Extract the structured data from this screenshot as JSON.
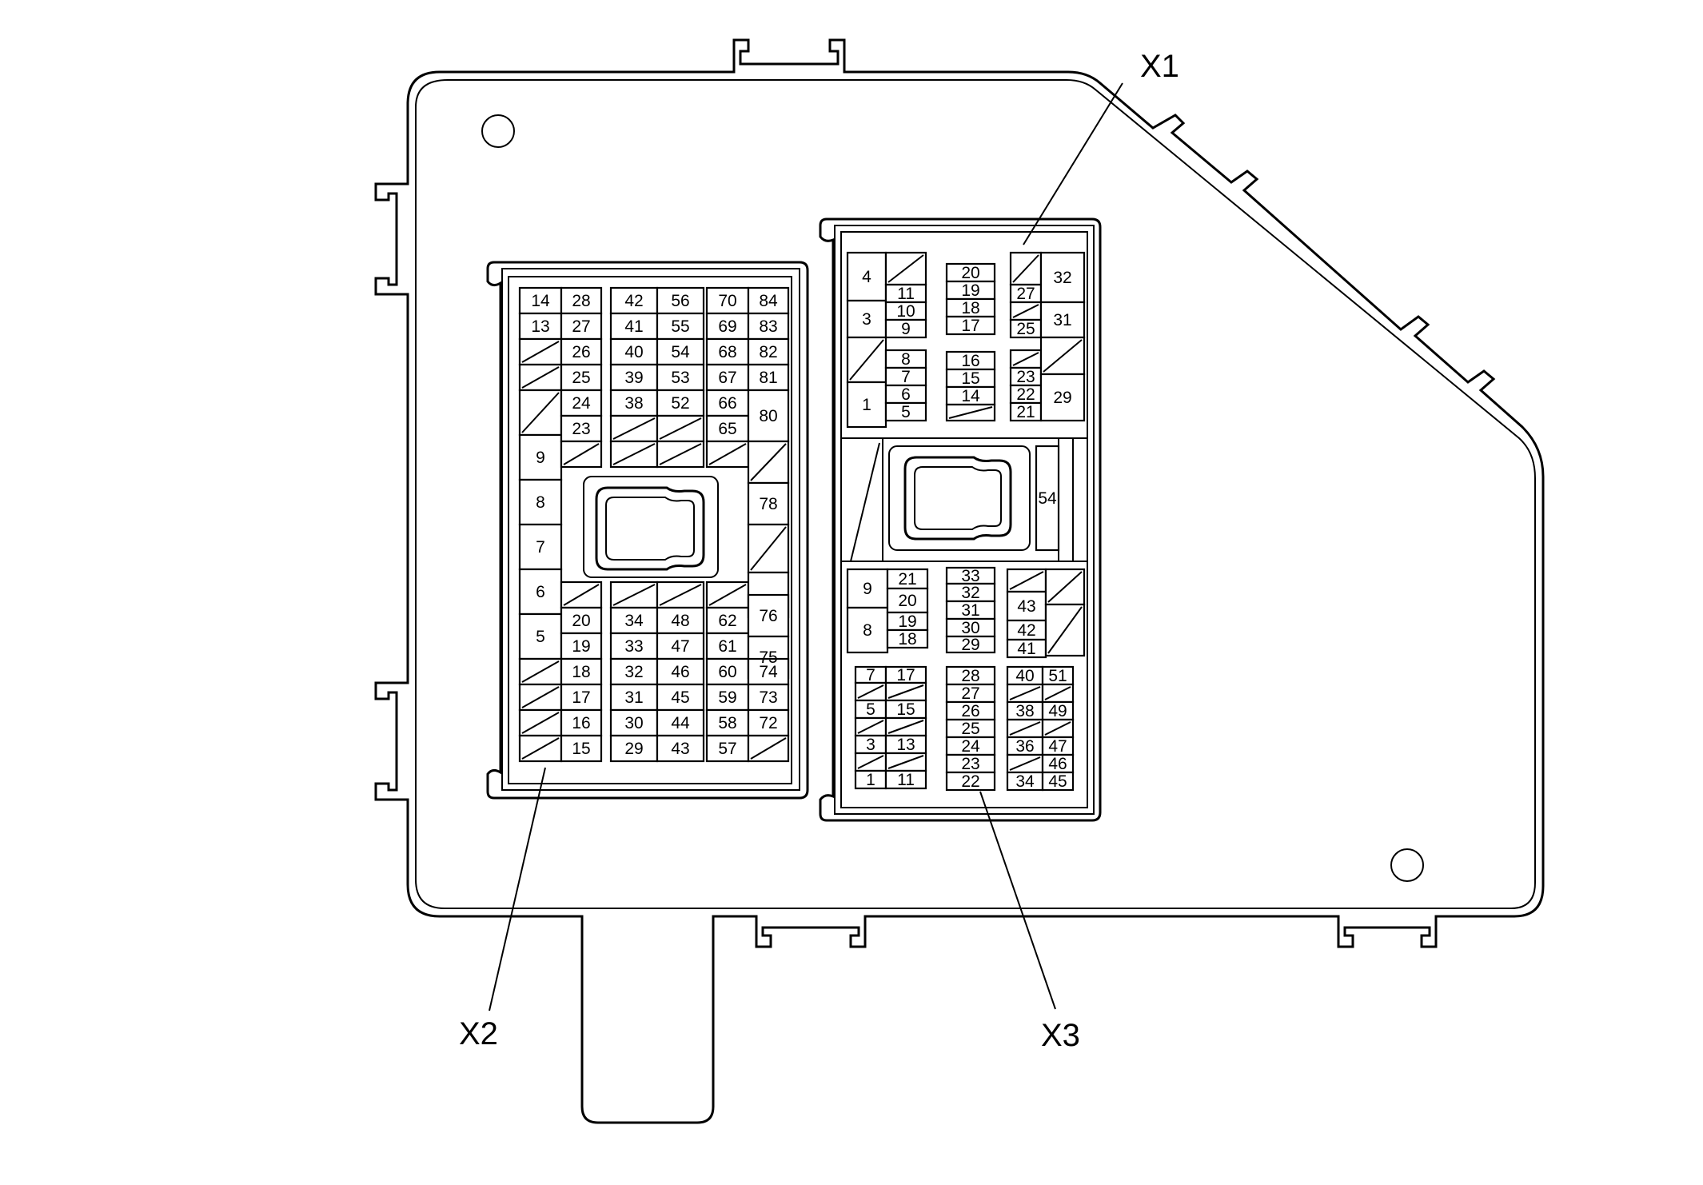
{
  "callouts": {
    "x1": "X1",
    "x2": "X2",
    "x3": "X3"
  },
  "x2_pins": {
    "c1": [
      "14",
      "13",
      "9",
      "8",
      "7",
      "6",
      "5"
    ],
    "c2": [
      "28",
      "27",
      "26",
      "25",
      "24",
      "23",
      "20",
      "19",
      "18",
      "17",
      "16",
      "15"
    ],
    "c3": [
      "42",
      "41",
      "40",
      "39",
      "38",
      "34",
      "33",
      "32",
      "31",
      "30",
      "29"
    ],
    "c4": [
      "56",
      "55",
      "54",
      "53",
      "52",
      "48",
      "47",
      "46",
      "45",
      "44",
      "43"
    ],
    "c5": [
      "70",
      "69",
      "68",
      "67",
      "66",
      "65",
      "62",
      "61",
      "60",
      "59",
      "58",
      "57"
    ],
    "c6": [
      "84",
      "83",
      "82",
      "81",
      "80",
      "78",
      "76",
      "75",
      "74",
      "73",
      "72"
    ]
  },
  "x1_pins": {
    "a": [
      "4",
      "3",
      "1"
    ],
    "b": [
      "11",
      "10",
      "9",
      "8",
      "7",
      "6",
      "5"
    ],
    "c": [
      "20",
      "19",
      "18",
      "17",
      "16",
      "15",
      "14"
    ],
    "d": [
      "27",
      "25",
      "23",
      "22",
      "21"
    ],
    "e": [
      "32",
      "31",
      "29"
    ]
  },
  "x3_pins": {
    "big": "54",
    "a": [
      "9",
      "8"
    ],
    "b": [
      "21",
      "20",
      "19",
      "18"
    ],
    "c": [
      "33",
      "32",
      "31",
      "30",
      "29"
    ],
    "d": [
      "43",
      "42",
      "41"
    ],
    "e": [
      "7",
      "5",
      "3",
      "1"
    ],
    "f": [
      "17",
      "15",
      "13",
      "11"
    ],
    "g": [
      "28",
      "27",
      "26",
      "25",
      "24",
      "23",
      "22"
    ],
    "h": [
      "40",
      "38",
      "36",
      "34"
    ],
    "i": [
      "51",
      "49",
      "47",
      "46",
      "45"
    ]
  }
}
